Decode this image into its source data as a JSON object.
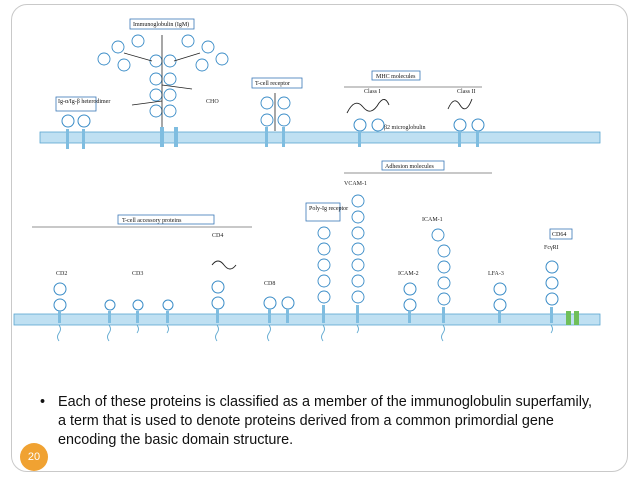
{
  "labels": {
    "immunoglobulin": "Immunoglobulin (IgM)",
    "ig_hetero": "Ig-α/Ig-β heterodimer",
    "cho": "CHO",
    "tcr": "T-cell receptor",
    "mhc": "MHC molecules",
    "class1": "Class I",
    "class2": "Class II",
    "b2m": "β2 microglobulin",
    "adhesion": "Adhesion molecules",
    "vcam": "VCAM-1",
    "poly": "Poly-Ig receptor",
    "accessory": "T-cell accessory proteins",
    "cd4": "CD4",
    "cd2": "CD2",
    "cd3": "CD3",
    "cd8": "CD8",
    "icam1": "ICAM-1",
    "icam2": "ICAM-2",
    "lfa3": "LFA-3",
    "cd64": "CD64",
    "fcri": "FcγRI"
  },
  "caption": "Each of these proteins is classified as a member of the immunoglobulin superfamily, a term that is used to denote proteins derived from a common primordial gene encoding the basic domain structure.",
  "bullet": "•",
  "page_number": "20",
  "colors": {
    "membrane": "#bfe0f2",
    "membrane_line": "#5aa6cf",
    "domain": "#3a8cc7",
    "accent": "#f0a232",
    "fcr_green": "#6fbf5a"
  }
}
